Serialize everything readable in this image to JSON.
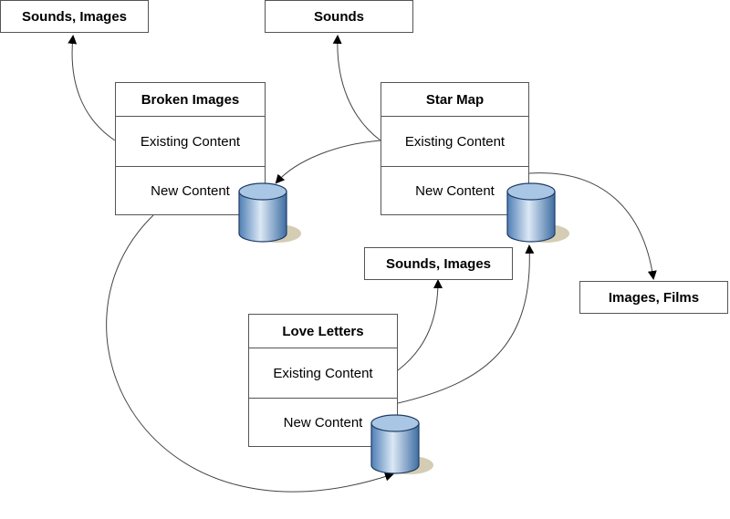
{
  "outputs": {
    "top_left": "Sounds, Images",
    "top_center": "Sounds",
    "middle": "Sounds, Images",
    "right": "Images, Films"
  },
  "panels": {
    "broken_images": {
      "title": "Broken Images",
      "existing": "Existing Content",
      "new": "New Content"
    },
    "star_map": {
      "title": "Star Map",
      "existing": "Existing Content",
      "new": "New Content"
    },
    "love_letters": {
      "title": "Love Letters",
      "existing": "Existing Content",
      "new": "New Content"
    }
  },
  "colors": {
    "database_fill": "#8fb4d6",
    "database_shadow": "#d4cdb4",
    "border": "#555555"
  }
}
